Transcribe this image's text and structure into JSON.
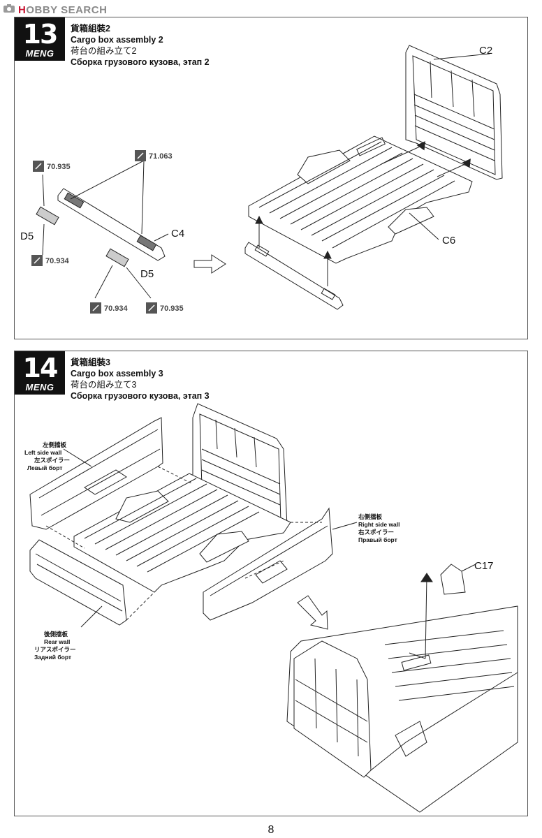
{
  "watermark": {
    "text_h": "H",
    "text_rest": "OBBY SEARCH"
  },
  "step13": {
    "number": "13",
    "brand": "MENG",
    "title_zh": "貨箱組裝2",
    "title_en": "Cargo box assembly 2",
    "title_ja": "荷台の組み立て2",
    "title_ru": "Сборка грузового кузова, этап 2",
    "parts": {
      "c2": "C2",
      "c4": "C4",
      "c6": "C6",
      "d5_left": "D5",
      "d5_right": "D5"
    },
    "paints": {
      "p1": "70.935",
      "p2": "71.063",
      "p3": "70.934",
      "p4": "70.934",
      "p5": "70.935"
    }
  },
  "step14": {
    "number": "14",
    "brand": "MENG",
    "title_zh": "貨箱組裝3",
    "title_en": "Cargo box assembly 3",
    "title_ja": "荷台の組み立て3",
    "title_ru": "Сборка грузового кузова, этап 3",
    "left_wall": {
      "zh": "左側擋板",
      "en": "Left side wall",
      "ja": "左スポイラー",
      "ru": "Левый борт"
    },
    "right_wall": {
      "zh": "右側擋板",
      "en": "Right side wall",
      "ja": "右スポイラー",
      "ru": "Правый борт"
    },
    "rear_wall": {
      "zh": "後側擋板",
      "en": "Rear wall",
      "ja": "リアスポイラー",
      "ru": "Задний борт"
    },
    "parts": {
      "c17": "C17"
    }
  },
  "page_number": "8"
}
